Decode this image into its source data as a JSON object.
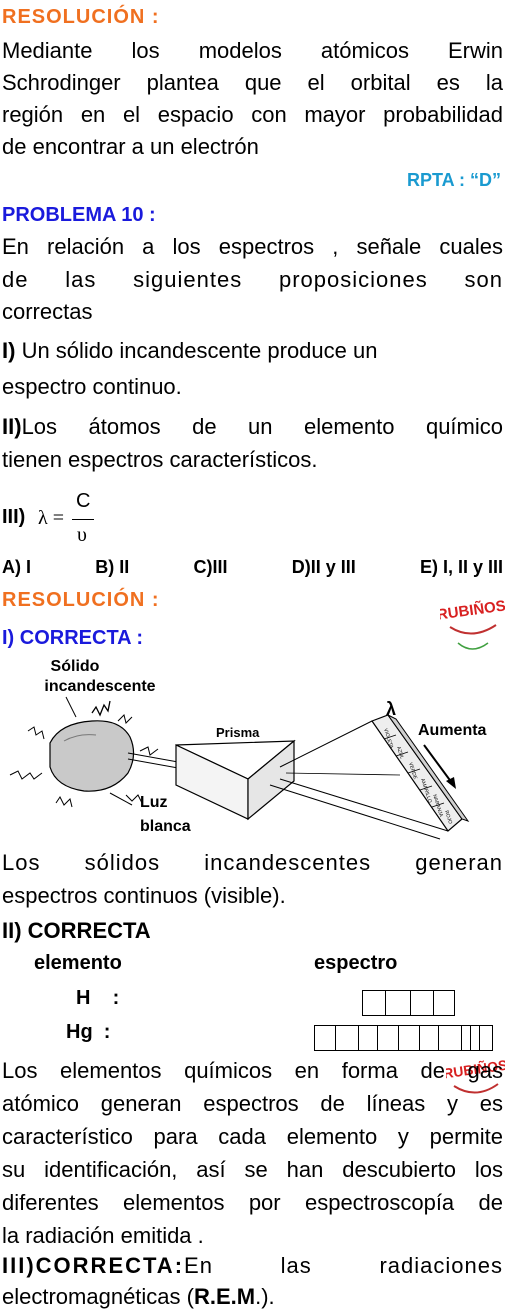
{
  "res1": {
    "heading": "RESOLUCIÓN  :",
    "lines": [
      "Mediante los modelos atómicos Erwin",
      "Schrodinger plantea que el orbital es la",
      "región en el espacio con mayor probabilidad",
      "de encontrar a un electrón"
    ],
    "answer": "RPTA : “D”"
  },
  "problem": {
    "heading": "PROBLEMA 10 :",
    "lines": [
      "En relación a los espectros , señale cuales",
      "de las siguientes proposiciones son",
      "correctas"
    ],
    "p1_label": "I)",
    "p1_text": " Un sólido incandescente produce un",
    "p1_cont": "espectro continuo.",
    "p2_label": "II)",
    "p2_text": "Los átomos de un elemento químico",
    "p2_cont": "tienen espectros característicos.",
    "p3_label": "III)",
    "p3_formula_lhs": "λ =",
    "p3_num": "C",
    "p3_den": "υ"
  },
  "options": [
    "A) I",
    "B) II",
    "C)III",
    "D)II y III",
    "E) I, II y III"
  ],
  "res2": {
    "heading": "RESOLUCIÓN  :",
    "watermark": "RUBIÑOS",
    "part1": "I) CORRECTA  :"
  },
  "figure": {
    "solid_label_1": "Sólido",
    "solid_label_2": "incandescente",
    "prism_label": "Prisma",
    "lambda": "λ",
    "increase": "Aumenta",
    "light_1": "Luz",
    "light_2": "blanca",
    "bands": [
      "VIOLETA",
      "AZUL",
      "VERDE",
      "AMARILLO",
      "NARANJA",
      "ROJO"
    ]
  },
  "after_fig": [
    "Los sólidos incandescentes generan",
    "espectros continuos (visible)."
  ],
  "part2": {
    "heading": "II) CORRECTA",
    "col_element": "elemento",
    "col_spectrum": "espectro",
    "h_label": "H    :",
    "hg_label": "Hg  :",
    "lines": [
      "Los elementos químicos en forma de gas",
      "atómico generan espectros de líneas y es",
      "característico para cada elemento y permite",
      "su identificación, así se han descubierto los",
      "diferentes elementos por espectroscopía de",
      "la radiación emitida ."
    ]
  },
  "part3": {
    "heading": "III)CORRECTA:",
    "text": "En las radiaciones",
    "line2_pre": "electromagnéticas (",
    "line2_bold": "R.E.M",
    "line2_post": ".)."
  },
  "colors": {
    "orange": "#f07020",
    "blue": "#1a1adc",
    "cyan": "#1a9ad0",
    "red": "#d82020"
  }
}
